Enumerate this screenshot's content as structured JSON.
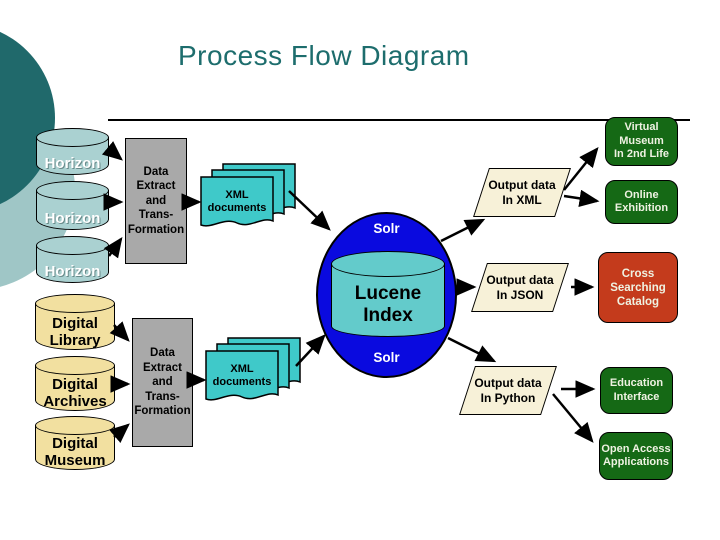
{
  "header": {
    "title": "Process Flow Diagram"
  },
  "sources": {
    "horizon_dbs": [
      "Horizon",
      "Horizon",
      "Horizon"
    ],
    "digital_dbs": [
      "Digital\nLibrary",
      "Digital\nArchives",
      "Digital\nMuseum"
    ]
  },
  "etl": {
    "top_label": "Data\nExtract\nand\nTrans-\nFormation",
    "bottom_label": "Data\nExtract\nand\nTrans-\nFormation"
  },
  "documents": {
    "top_label": "XML\ndocuments",
    "bottom_label": "XML\ndocuments"
  },
  "search_index": {
    "engine_top": "Solr",
    "engine_bottom": "Solr",
    "core_label": "Lucene\nIndex"
  },
  "outputs": {
    "xml": "Output data\nIn XML",
    "json": "Output data\nIn JSON",
    "python": "Output data\nIn Python"
  },
  "applications": {
    "virtual_museum": "Virtual\nMuseum\nIn 2nd Life",
    "online_exhibition": "Online\nExhibition",
    "cross_searching": "Cross\nSearching\nCatalog",
    "education_interface": "Education\nInterface",
    "open_access": "Open Access\nApplications"
  },
  "colors": {
    "title_text": "#1D6D6D",
    "horizon_cylinder": "#AAD1D1",
    "digital_cylinder": "#F2E0A0",
    "etl_box": "#A9A9A9",
    "xml_documents": "#3FC9C9",
    "solr_ellipse": "#0A0ADF",
    "lucene_cylinder": "#63CBCB",
    "output_parallelogram": "#F7F1D8",
    "app_green": "#156915",
    "app_red": "#C43B1C",
    "deco_dark_teal": "#20696B",
    "deco_light_teal": "#9FC6C6"
  }
}
